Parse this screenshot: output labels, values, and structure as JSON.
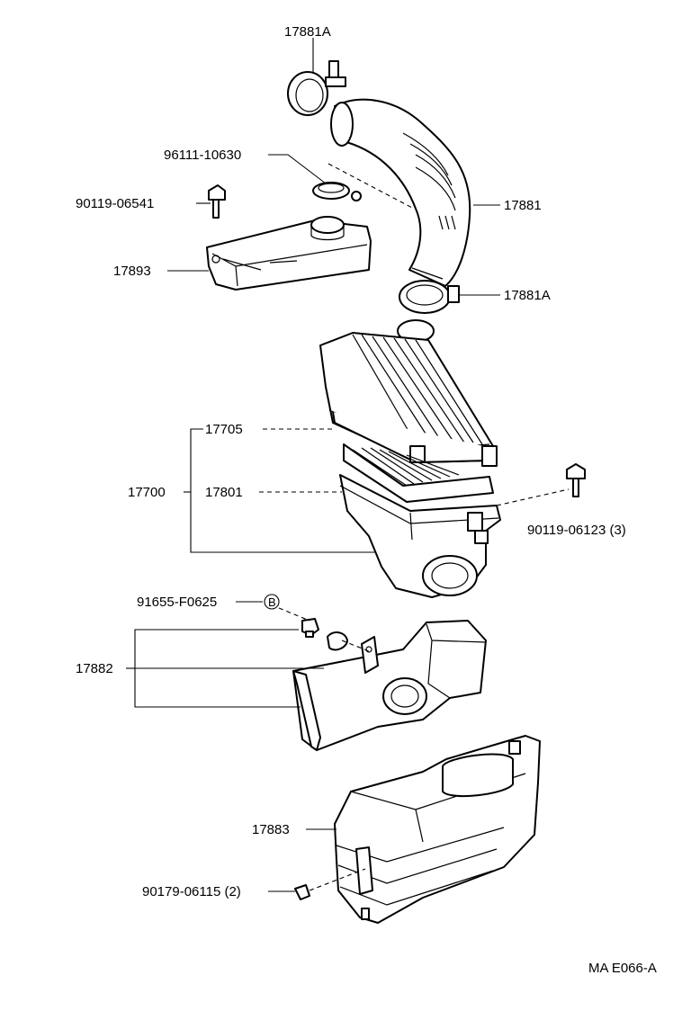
{
  "diagram": {
    "labels": {
      "hose_clamp_top": "17881A",
      "clamp_upper": "96111-10630",
      "bolt_left": "90119-06541",
      "intake_hose": "17881",
      "resonator": "17893",
      "hose_clamp_bottom": "17881A",
      "filter_cap": "17705",
      "air_cleaner_assy": "17700",
      "filter_element": "17801",
      "bolt_right": "90119-06123 (3)",
      "bolt_b": "91655-F0625",
      "b_marker": "B",
      "inlet_duct": "17882",
      "lower_resonator": "17883",
      "clip_bottom": "90179-06115 (2)",
      "ref_code": "MA E066-A"
    }
  }
}
